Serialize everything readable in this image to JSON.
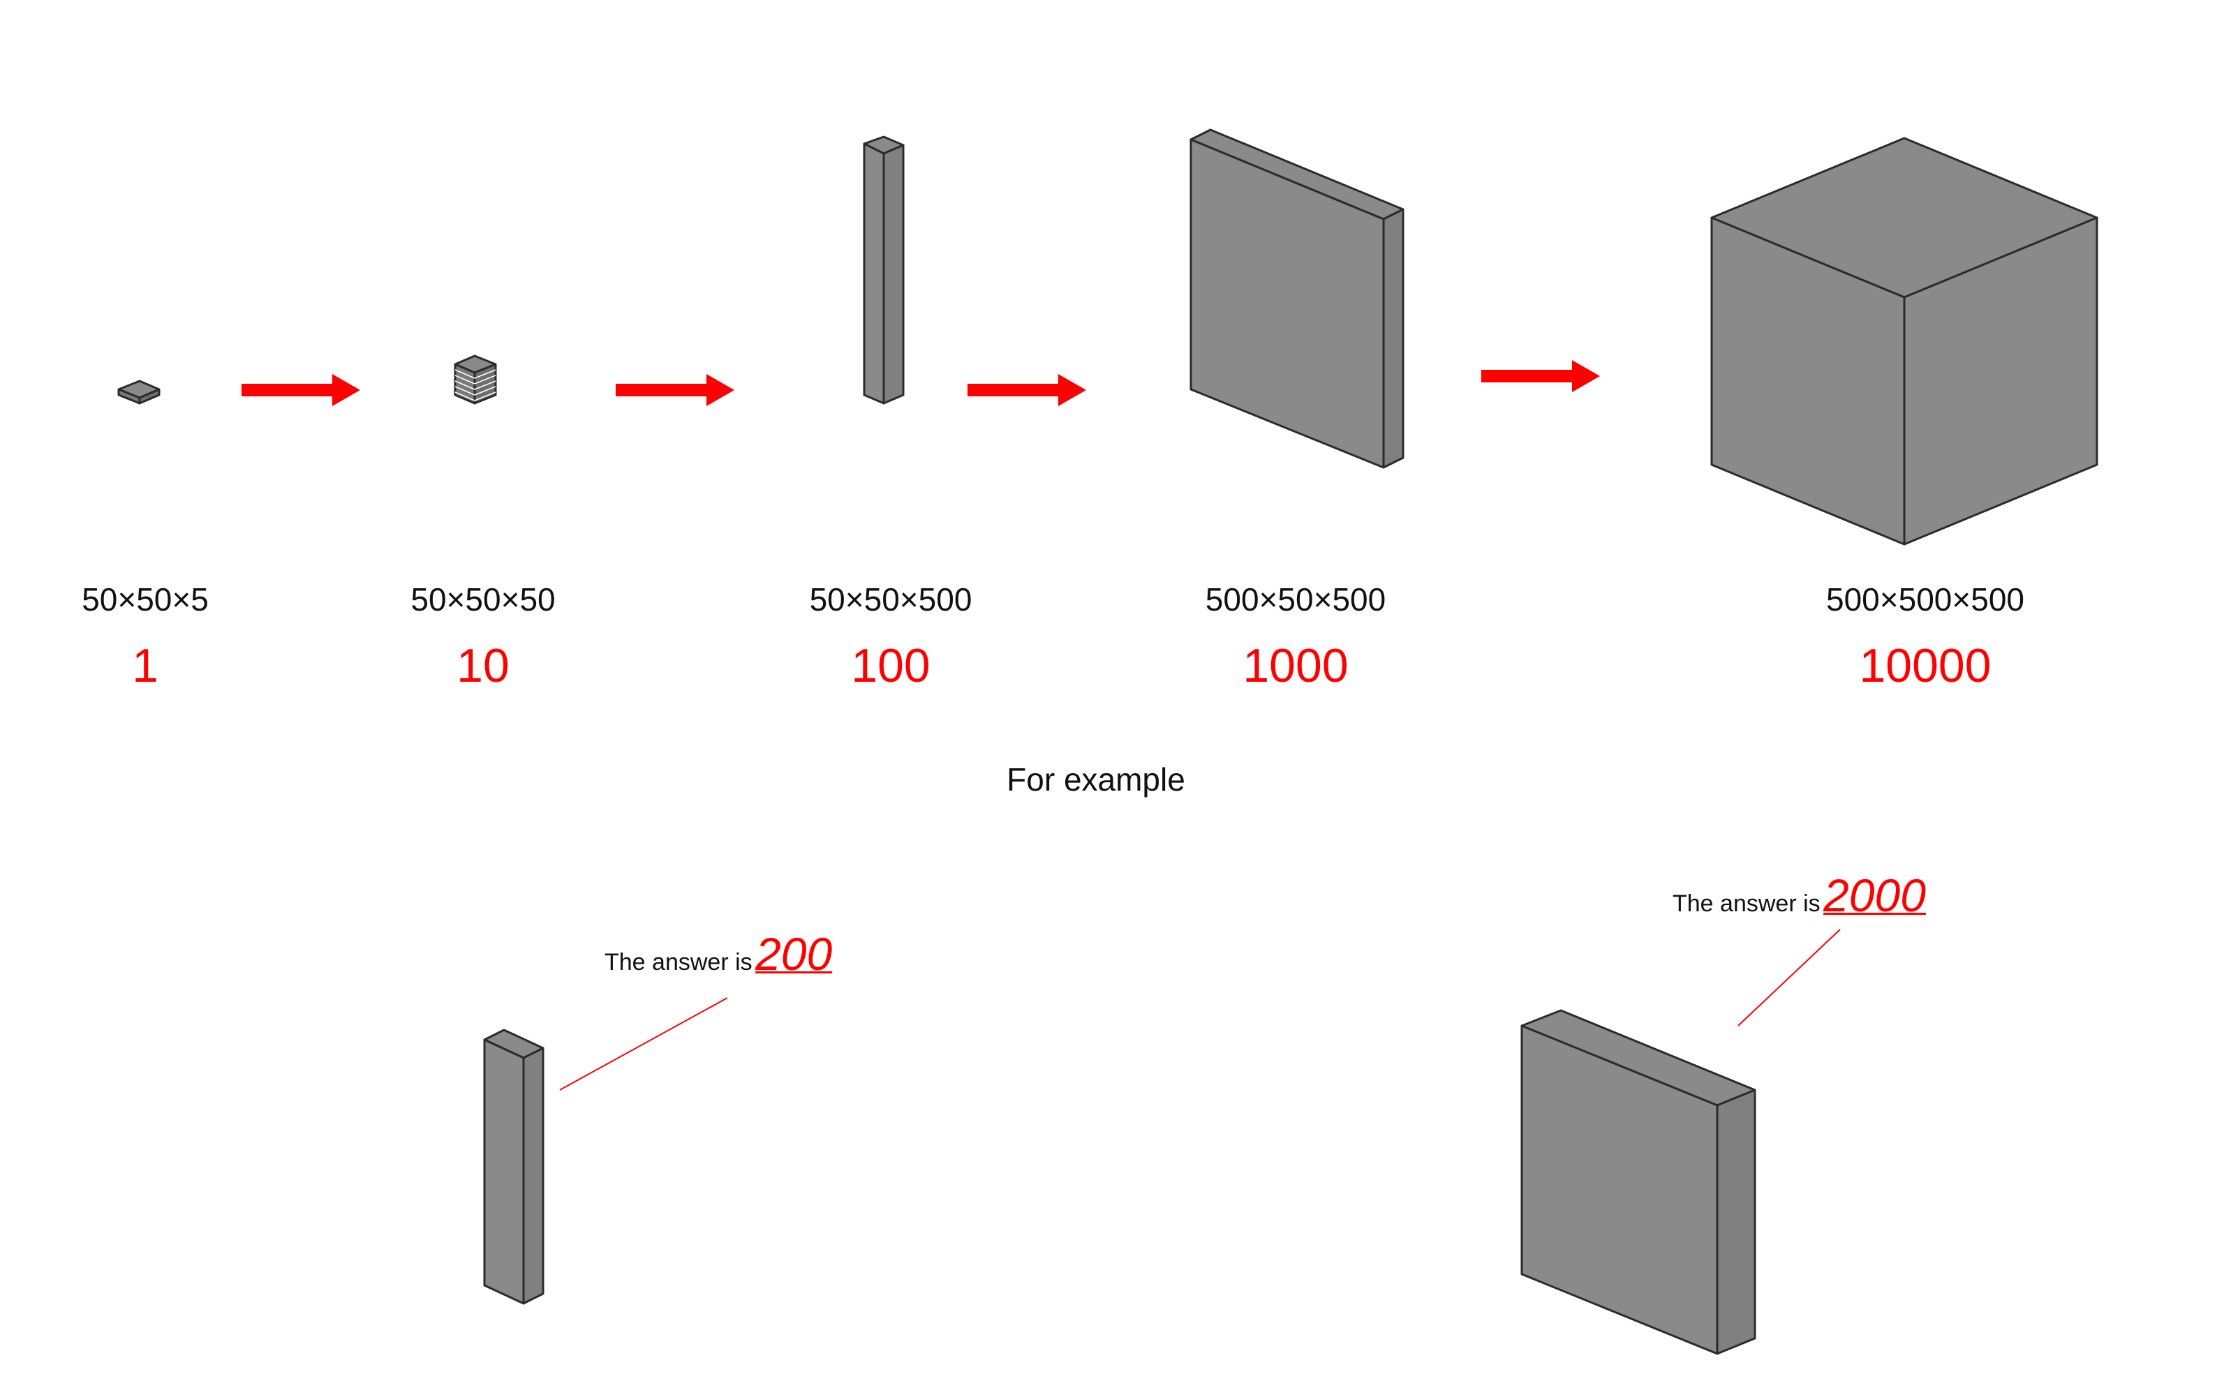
{
  "colors": {
    "accent": "#ff0000",
    "box_face": "#8a8a8a",
    "box_edge": "#2b2b2b"
  },
  "sequence": [
    {
      "dimensions": "50×50×5",
      "value": "1"
    },
    {
      "dimensions": "50×50×50",
      "value": "10"
    },
    {
      "dimensions": "50×50×500",
      "value": "100"
    },
    {
      "dimensions": "500×50×500",
      "value": "1000"
    },
    {
      "dimensions": "500×500×500",
      "value": "10000"
    }
  ],
  "caption": "For example",
  "examples": [
    {
      "prefix": "The answer is",
      "value": "200"
    },
    {
      "prefix": "The answer is",
      "value": "2000"
    }
  ]
}
